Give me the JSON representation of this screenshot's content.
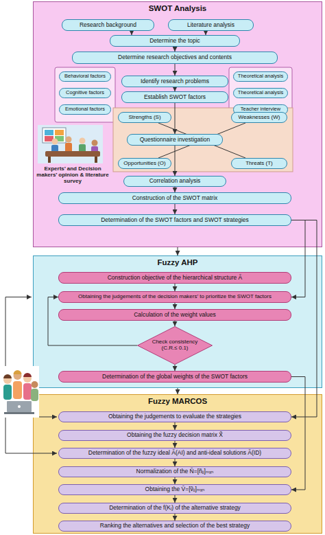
{
  "diagram": {
    "nodes": [
      {
        "text": [
          "SWOT Analysis"
        ]
      },
      {
        "text": [
          "Research background"
        ],
        "in": 0
      },
      {
        "text": [
          "Literature analysis"
        ],
        "in": 0
      },
      {
        "text": [
          "Determine the topic"
        ],
        "in": 0
      },
      {
        "text": [
          "Determine research objectives and contents"
        ],
        "in": 0
      },
      {
        "text": [
          "Behavioral factors"
        ],
        "in": 0
      },
      {
        "text": [
          "Cognitive factors"
        ],
        "in": 0
      },
      {
        "text": [
          "Emotional factors"
        ],
        "in": 0
      },
      {
        "text": [
          "Identify research problems"
        ],
        "in": 0
      },
      {
        "text": [
          "Establish SWOT factors"
        ],
        "in": 0
      },
      {
        "text": [
          "Theoretical analysis"
        ],
        "in": 0
      },
      {
        "text": [
          "Theoretical analysis"
        ],
        "in": 0
      },
      {
        "text": [
          "Teacher interview"
        ],
        "in": 0
      },
      {
        "text": [
          "Strengths (S)"
        ],
        "in": 0
      },
      {
        "text": [
          "Weaknesses (W)"
        ],
        "in": 0
      },
      {
        "text": [
          "Questionnaire investigation"
        ],
        "in": 0
      },
      {
        "text": [
          "Opportunities (O)"
        ],
        "in": 0
      },
      {
        "text": [
          "Threats (T)"
        ],
        "in": 0
      },
      {
        "text": [
          "Correlation analysis"
        ],
        "in": 0
      },
      {
        "text": [
          "Construction of the SWOT matrix"
        ],
        "in": 0
      },
      {
        "text": [
          "Determination of the SWOT factors and SWOT strategies"
        ],
        "in": 0
      },
      {
        "text": [
          "Fuzzy AHP"
        ]
      },
      {
        "text": [
          "Construction objective of the hierarchical structure Ã"
        ],
        "in": 21
      },
      {
        "text": [
          "Obtaining the judgements of the decision makers’ to prioritize the SWOT factors"
        ],
        "in": 21
      },
      {
        "text": [
          "Calculation of the weight values"
        ],
        "in": 21
      },
      {
        "text": [
          "Check consistency (C.R.≤ 0.1)"
        ],
        "in": 21
      },
      {
        "text": [
          "Determination of the global weights of the SWOT factors"
        ],
        "in": 21
      },
      {
        "text": [
          "Fuzzy MARCOS"
        ]
      },
      {
        "text": [
          "Obtaining the judgements to evaluate the strategies"
        ],
        "in": 27
      },
      {
        "text": [
          "Obtaining the fuzzy decision matrix X̃"
        ],
        "in": 27
      },
      {
        "text": [
          "Determination of the fuzzy ideal Ã(AI) and anti-ideal solutions Ã(ID)"
        ],
        "in": 27
      },
      {
        "text": [
          "Normalization of the Ñ=[ñᵢⱼ]ₘₓₙ"
        ],
        "in": 27
      },
      {
        "text": [
          "Obtaining the Ṽ=[ṽᵢⱼ]ₘₓₙ"
        ],
        "in": 27
      },
      {
        "text": [
          "Determination of the f(Kᵢ) of the alternative strategy"
        ],
        "in": 27
      },
      {
        "text": [
          "Ranking the alternatives and selection of the best strategy"
        ],
        "in": 27
      }
    ],
    "edges": [
      {
        "from": 1,
        "to": 3,
        "arrow": "to"
      },
      {
        "from": 2,
        "to": 3,
        "arrow": "to"
      },
      {
        "from": 3,
        "to": 4,
        "arrow": "to"
      },
      {
        "from": 4,
        "to": 8,
        "arrow": "to"
      },
      {
        "from": 8,
        "to": 9,
        "arrow": "to"
      },
      {
        "from": 9,
        "to": 15,
        "arrow": "to"
      },
      {
        "from": 15,
        "to": 18,
        "arrow": "to"
      },
      {
        "from": 18,
        "to": 19,
        "arrow": "to"
      },
      {
        "from": 19,
        "to": 20,
        "arrow": "to"
      },
      {
        "from": 13,
        "to": 17,
        "arrow": "none"
      },
      {
        "from": 14,
        "to": 16,
        "arrow": "none"
      },
      {
        "from": 0,
        "to": 21,
        "arrow": "to"
      },
      {
        "from": 21,
        "to": 27,
        "arrow": "to"
      },
      {
        "from": 22,
        "to": 23,
        "arrow": "to"
      },
      {
        "from": 23,
        "to": 24,
        "arrow": "to"
      },
      {
        "from": 24,
        "to": 25,
        "arrow": "to"
      },
      {
        "from": 25,
        "to": 26,
        "arrow": "to"
      },
      {
        "from": 25,
        "to": 23,
        "arrow": "to"
      },
      {
        "from": 20,
        "to": 23,
        "arrow": "to"
      },
      {
        "from": 20,
        "to": 28,
        "arrow": "to"
      },
      {
        "from": 26,
        "to": 32,
        "arrow": "to"
      },
      {
        "from": 28,
        "to": 29,
        "arrow": "to"
      },
      {
        "from": 29,
        "to": 30,
        "arrow": "to"
      },
      {
        "from": 30,
        "to": 31,
        "arrow": "to"
      },
      {
        "from": 31,
        "to": 32,
        "arrow": "to"
      },
      {
        "from": 32,
        "to": 33,
        "arrow": "to"
      },
      {
        "from": 33,
        "to": 34,
        "arrow": "to"
      }
    ],
    "labels": [
      "Experts’ and Decision makers’ opinion & literature survey"
    ]
  }
}
